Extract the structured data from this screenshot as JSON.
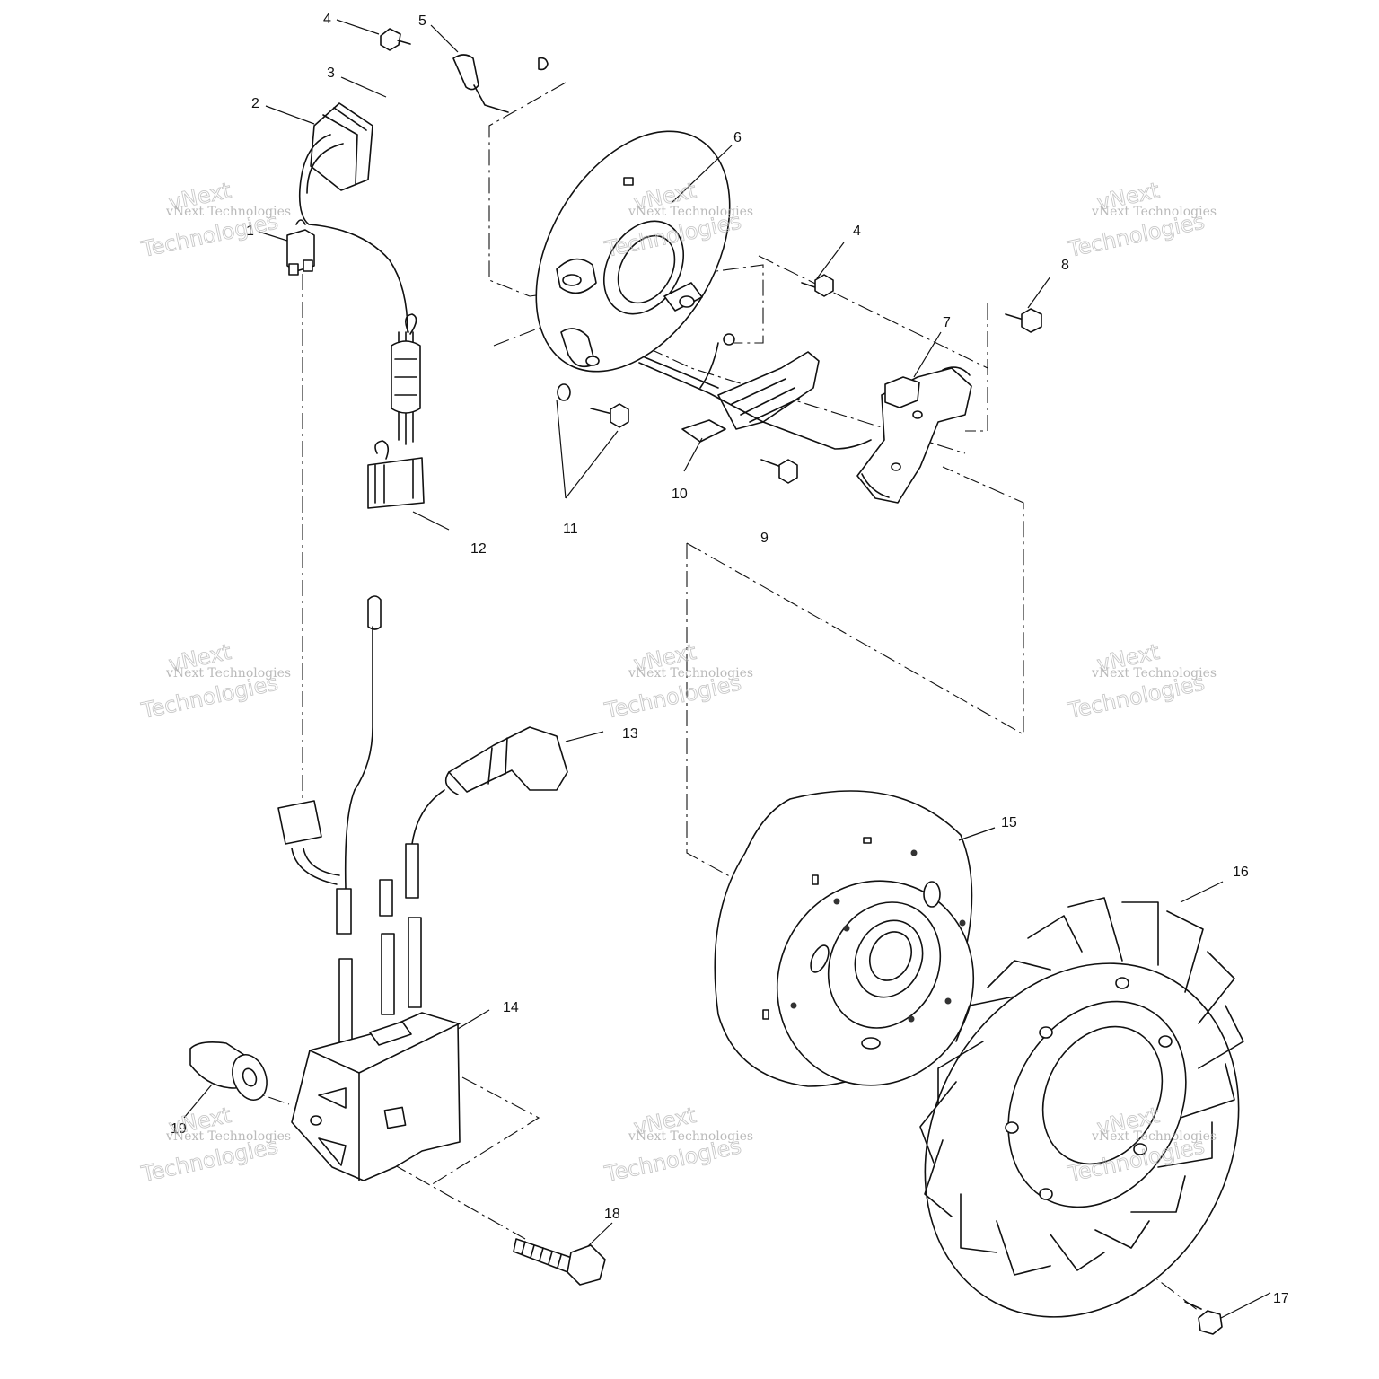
{
  "watermark": {
    "line1": "vNext Technologies",
    "line2": "vNext",
    "line3": "Technologies"
  },
  "callouts": {
    "p1": "1",
    "p2": "2",
    "p3": "3",
    "p4a": "4",
    "p4b": "4",
    "p5": "5",
    "p6": "6",
    "p7": "7",
    "p8": "8",
    "p9": "9",
    "p10": "10",
    "p11": "11",
    "p12": "12",
    "p13": "13",
    "p14": "14",
    "p15": "15",
    "p16": "16",
    "p17": "17",
    "p18": "18",
    "p19": "19"
  }
}
